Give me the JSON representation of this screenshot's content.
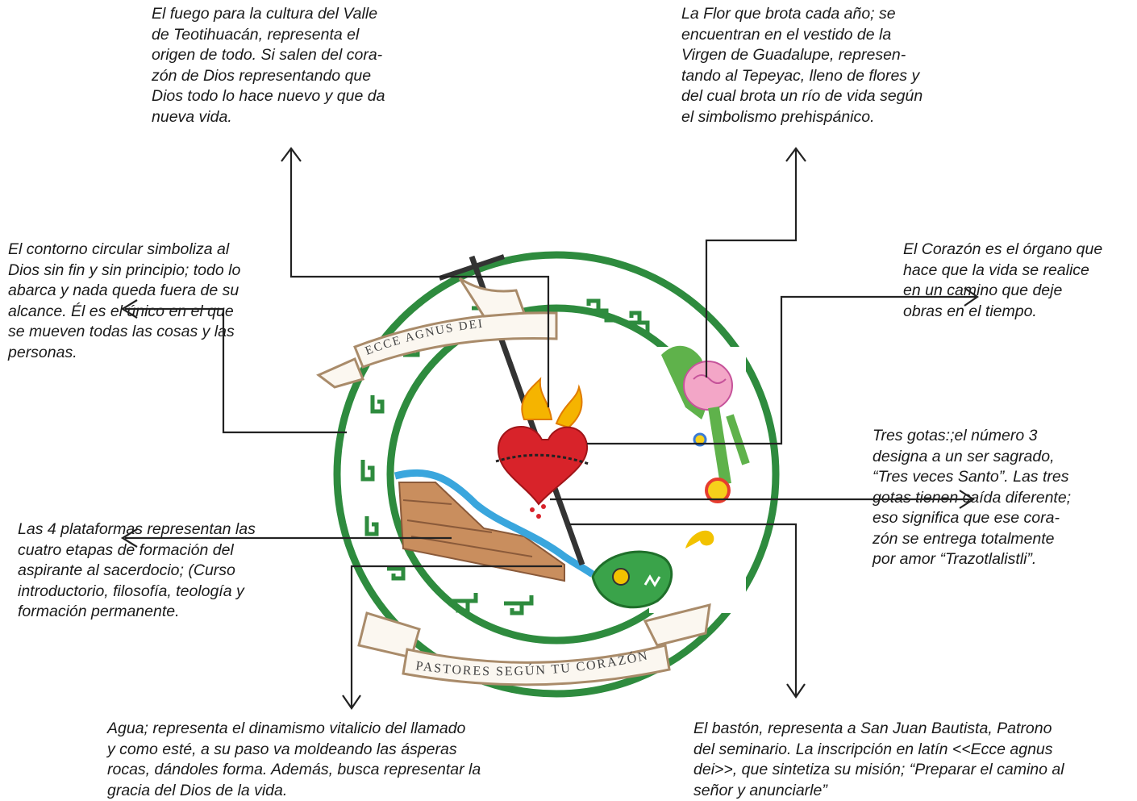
{
  "annotations": {
    "fire": "El fuego para la cultura del Valle\nde Teotihuacán, representa el\norigen de todo. Si salen del cora-\nzón de Dios representando que\nDios todo lo hace nuevo y que da\nnueva vida.",
    "flower": "La Flor que brota cada año; se\nencuentran en el vestido de la\nVirgen de Guadalupe, represen-\ntando al Tepeyac, lleno de flores y\ndel cual brota un río de vida según\nel simbolismo prehispánico.",
    "circle": "El contorno circular simboliza al\nDios sin fin y sin principio; todo lo\nabarca y nada queda fuera de su\nalcance. Él es el único en el que\nse mueven todas las cosas y las\npersonas.",
    "heart": "El Corazón es el órgano que\nhace que la vida se realice\nen un camino que deje\nobras en el tiempo.",
    "drops": "Tres gotas:;el número 3\ndesigna a un ser sagrado,\n“Tres veces Santo”. Las tres\ngotas tienen caída diferente;\neso significa que ese cora-\nzón se entrega totalmente\npor amor “Trazotlalistli”.",
    "platforms": "Las 4 plataformas representan las\ncuatro etapas de formación del\naspirante al sacerdocio; (Curso\nintroductorio, filosofía, teología y\nformación permanente.",
    "water": "Agua; representa el dinamismo vitalicio del llamado\ny como esté, a su paso va moldeando las ásperas\nrocas, dándoles forma. Además, busca representar la\ngracia del Dios de la vida.",
    "staff": "El bastón, representa a San Juan Bautista, Patrono\ndel seminario. La inscripción en latín <<Ecce agnus\ndei>>, que sintetiza su misión; “Preparar el camino al\nseñor y anunciarle”"
  },
  "emblem": {
    "top_banner": "Ecce Agnus Dei",
    "bottom_banner": "Pastores Según Tu Corazón"
  },
  "colors": {
    "ring_green": "#2e8b3e",
    "heart_red": "#d8232a",
    "flame_yellow": "#f5b400",
    "water_blue": "#3aa6dd",
    "platform_brown": "#c98e5e",
    "banner_tan": "#a98b6a",
    "arrow": "#222222"
  }
}
